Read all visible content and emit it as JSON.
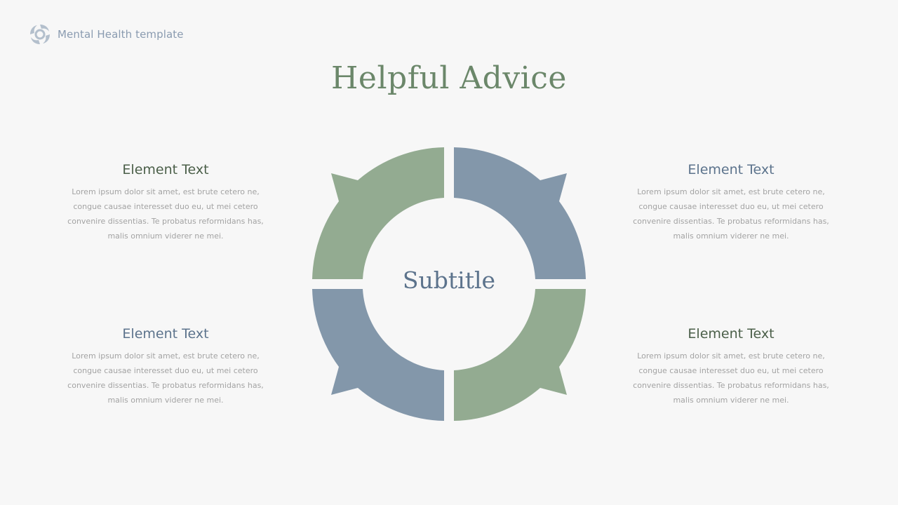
{
  "header": {
    "brand_icon": "swirl-logo-icon",
    "brand_text": "Mental Health template"
  },
  "slide": {
    "title": "Helpful Advice",
    "subtitle": "Subtitle"
  },
  "colors": {
    "background": "#f7f7f7",
    "green": "#93ab91",
    "blue": "#8397aa",
    "title_green": "#6b876a",
    "heading_green": "#4b5f49",
    "heading_blue": "#5c738c",
    "body_gray": "#a3a3a3"
  },
  "blocks": [
    {
      "position": "top-left",
      "title": "Element Text",
      "body": "Lorem  ipsum dolor sit amet, est brute cetero  ne, congue causae interesset duo eu, ut mei cetero convenire dissentias. Te probatus reformidans has, malis omnium viderer ne mei."
    },
    {
      "position": "top-right",
      "title": "Element Text",
      "body": "Lorem  ipsum dolor sit amet, est brute cetero  ne, congue causae interesset duo eu, ut mei cetero convenire dissentias. Te probatus reformidans has, malis omnium viderer ne mei."
    },
    {
      "position": "bottom-left",
      "title": "Element Text",
      "body": "Lorem  ipsum dolor sit amet, est brute cetero  ne, congue causae interesset duo eu, ut mei cetero convenire dissentias. Te probatus reformidans has, malis omnium viderer ne mei."
    },
    {
      "position": "bottom-right",
      "title": "Element Text",
      "body": "Lorem  ipsum dolor sit amet, est brute cetero  ne, congue causae interesset duo eu, ut mei cetero convenire dissentias. Te probatus reformidans has, malis omnium viderer ne mei."
    }
  ],
  "diagram": {
    "segments": [
      {
        "quadrant": "top-left",
        "color": "#93ab91"
      },
      {
        "quadrant": "top-right",
        "color": "#8397aa"
      },
      {
        "quadrant": "bottom-left",
        "color": "#8397aa"
      },
      {
        "quadrant": "bottom-right",
        "color": "#93ab91"
      }
    ]
  }
}
